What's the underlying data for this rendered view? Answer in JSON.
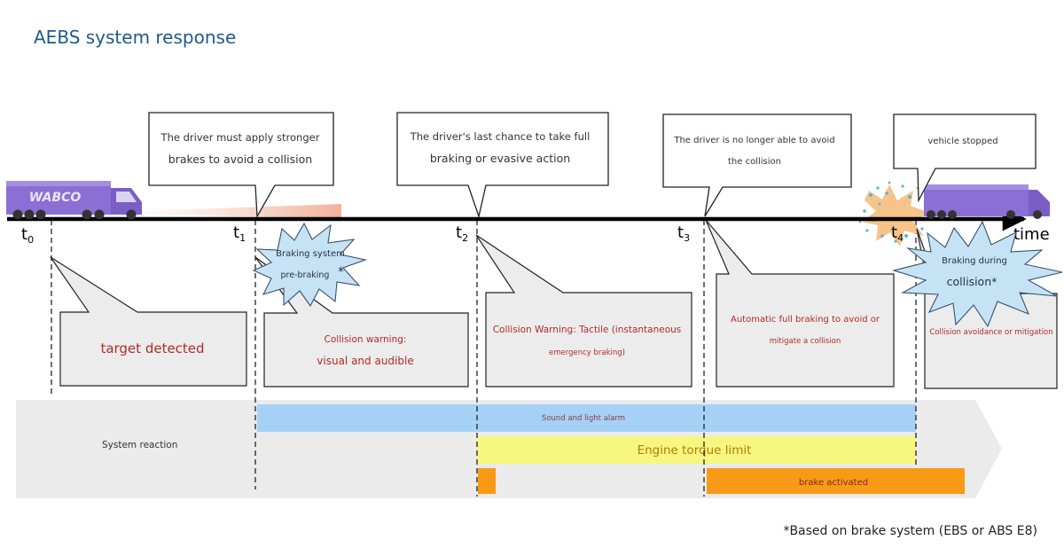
{
  "title": "AEBS system response",
  "truck_brand": "WABCO",
  "axis_label": "time",
  "time_points": [
    {
      "t": "t",
      "sub": "0"
    },
    {
      "t": "t",
      "sub": "1"
    },
    {
      "t": "t",
      "sub": "2"
    },
    {
      "t": "t",
      "sub": "3"
    },
    {
      "t": "t",
      "sub": "4"
    }
  ],
  "top_callouts": [
    {
      "lines": [
        "The driver must apply stronger",
        "brakes to avoid a collision"
      ]
    },
    {
      "lines": [
        "The driver's last chance to take full",
        "braking or evasive action"
      ]
    },
    {
      "lines": [
        "The driver is no longer able to avoid",
        "the collision"
      ]
    },
    {
      "lines": [
        "vehicle stopped"
      ]
    }
  ],
  "bottom_callouts": [
    {
      "lines": [
        "target detected"
      ]
    },
    {
      "lines": [
        "Collision warning:",
        "visual and audible"
      ]
    },
    {
      "lines": [
        "Collision Warning: Tactile (instantaneous",
        "emergency braking)"
      ]
    },
    {
      "lines": [
        "Automatic full braking to avoid or",
        "mitigate a collision"
      ]
    },
    {
      "lines": [
        "Collision avoidance or mitigation"
      ]
    }
  ],
  "bursts": [
    {
      "lines": [
        "Braking system",
        "pre-braking"
      ],
      "mark": "*"
    },
    {
      "lines": [
        "Braking during",
        "collision*"
      ]
    }
  ],
  "system_reaction": {
    "label": "System reaction",
    "bars": [
      {
        "label": "Sound and light alarm",
        "color": "#a6d1f7"
      },
      {
        "label": "Engine torque limit",
        "color": "#f7f77f"
      },
      {
        "label": "brake activated",
        "color": "#f99a17"
      }
    ]
  },
  "colors": {
    "title": "#1b5b8c",
    "red_text": "#b22b27",
    "truck": "#8b6fd4"
  },
  "footnote": "*Based on brake system (EBS or ABS E8)"
}
